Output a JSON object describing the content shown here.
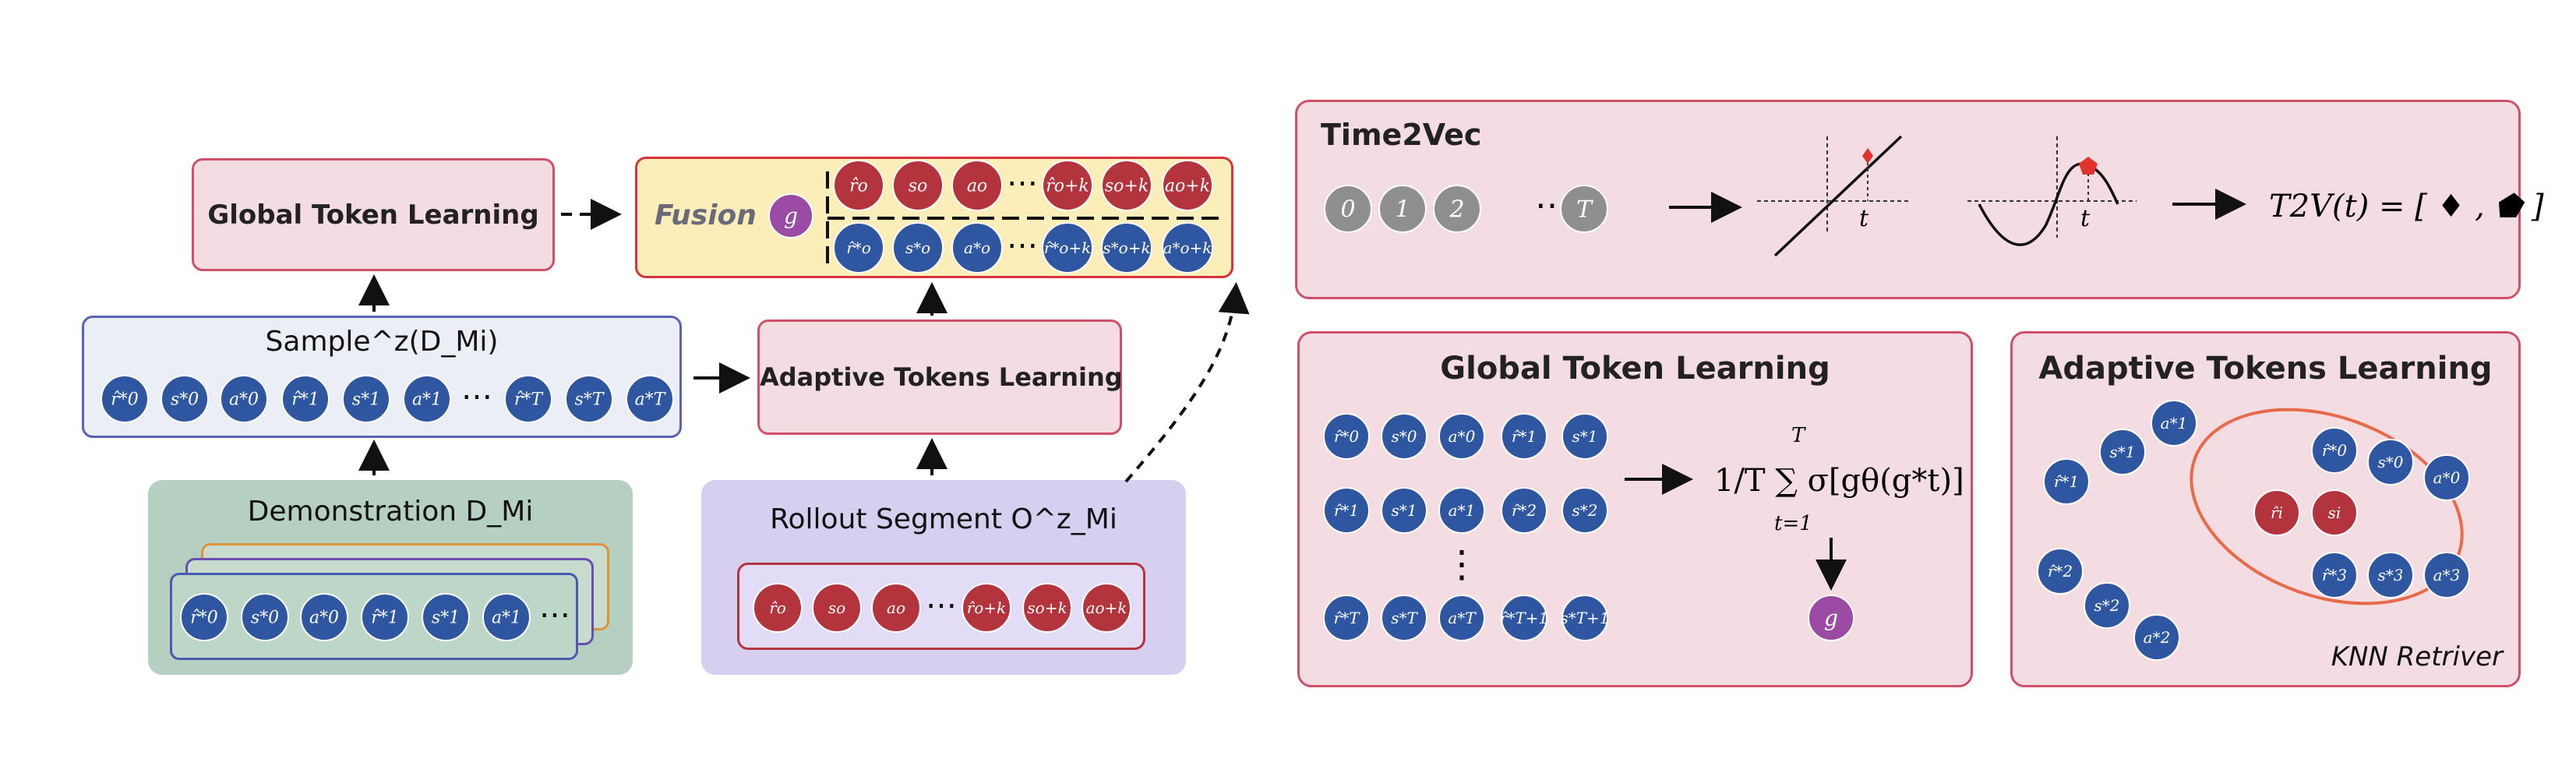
{
  "colors": {
    "blue": "#2e56a1",
    "red": "#b3343c",
    "gray": "#8f8f8f",
    "purple": "#9b4ba3",
    "pink_bg": "#f3dde2",
    "pink_border": "#d0506a",
    "fusion_bg": "#fbeeb8",
    "sample_bg": "#eceef6",
    "sample_border": "#5a62b5",
    "green_bg": "#b5cfc0",
    "lavender_bg": "#d6cff0",
    "marker": "#e0322b"
  },
  "left": {
    "global_token_learning": "Global Token Learning",
    "fusion": "Fusion",
    "g": "g",
    "fusion_top": [
      "r̂o",
      "so",
      "ao",
      "r̂o+k",
      "so+k",
      "ao+k"
    ],
    "fusion_bottom": [
      "r̂*o",
      "s*o",
      "a*o",
      "r̂*o+k",
      "s*o+k",
      "a*o+k"
    ],
    "sample_title": "Sample^z(D_Mi)",
    "sample_tokens": [
      "r̂*0",
      "s*0",
      "a*0",
      "r̂*1",
      "s*1",
      "a*1",
      "r̂*T",
      "s*T",
      "a*T"
    ],
    "adaptive_tokens_learning": "Adaptive Tokens Learning",
    "demonstration": "Demonstration D_Mi",
    "demo_tokens": [
      "r̂*0",
      "s*0",
      "a*0",
      "r̂*1",
      "s*1",
      "a*1"
    ],
    "rollout": "Rollout Segment O^z_Mi",
    "rollout_tokens": [
      "r̂o",
      "so",
      "ao",
      "r̂o+k",
      "so+k",
      "ao+k"
    ],
    "ellipsis": "⋯"
  },
  "time2vec": {
    "title": "Time2Vec",
    "tokens": [
      "0",
      "1",
      "2",
      "T"
    ],
    "t_label": "t",
    "formula": "T2V(t) = [ ♦ , ⬟ ]"
  },
  "gtl_panel": {
    "title": "Global Token Learning",
    "rows": [
      [
        "r̂*0",
        "s*0",
        "a*0",
        "r̂*1",
        "s*1"
      ],
      [
        "r̂*1",
        "s*1",
        "a*1",
        "r̂*2",
        "s*2"
      ],
      [
        "r̂*T",
        "s*T",
        "a*T",
        "r̂*T+1",
        "s*T+1"
      ]
    ],
    "formula": "1/T ∑ σ[gθ(g*t)]",
    "sum_top": "T",
    "sum_bottom": "t=1",
    "g": "g"
  },
  "atl_panel": {
    "title": "Adaptive Tokens Learning",
    "knn": "KNN Retriver",
    "inner": [
      "r̂*0",
      "s*0",
      "a*0",
      "r̂i",
      "si",
      "r̂*3",
      "s*3",
      "a*3"
    ],
    "outer": [
      "r̂*1",
      "s*1",
      "a*1",
      "r̂*2",
      "s*2",
      "a*2"
    ]
  }
}
